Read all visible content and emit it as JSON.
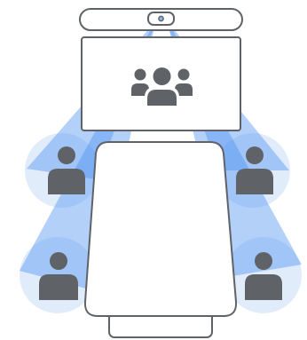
{
  "diagram": {
    "colors": {
      "outline": "#5f6368",
      "person": "#5f6368",
      "beam": "#4a90f0",
      "halo": "#c9dcf8",
      "background": "#ffffff",
      "camera_lens": "#8ab4f8"
    },
    "icons": {
      "camera": "camera-bar-icon",
      "display": "display-screen-icon",
      "remote_group": "group-icon",
      "table": "conference-table-icon",
      "participant": "person-icon"
    },
    "participants": [
      {
        "name": "participant-left-upper",
        "side": "left"
      },
      {
        "name": "participant-right-upper",
        "side": "right"
      },
      {
        "name": "participant-left-lower",
        "side": "left"
      },
      {
        "name": "participant-right-lower",
        "side": "right"
      }
    ]
  }
}
